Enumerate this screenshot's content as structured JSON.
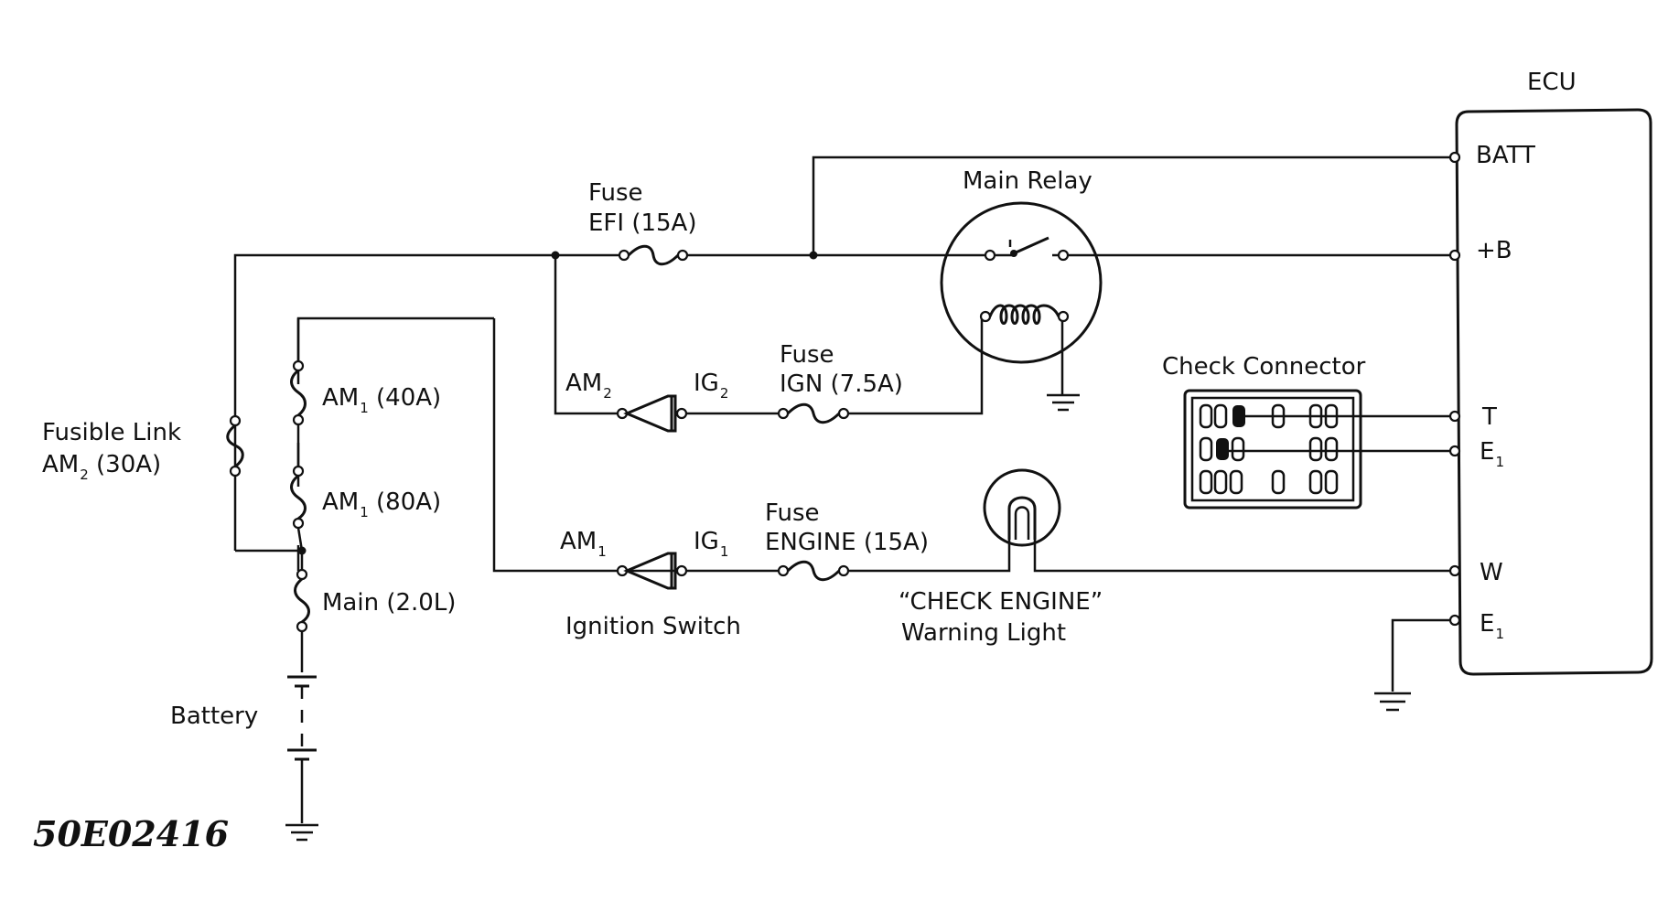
{
  "labels": {
    "ecu": "ECU",
    "batt": "BATT",
    "plus_b": "+B",
    "t": "T",
    "e1_upper": "E",
    "e1_upper_sub": "1",
    "w": "W",
    "e1_lower": "E",
    "e1_lower_sub": "1",
    "fuse_efi_line1": "Fuse",
    "fuse_efi_line2": "EFI (15A)",
    "main_relay": "Main Relay",
    "fuse_ign_line1": "Fuse",
    "fuse_ign_line2": "IGN (7.5A)",
    "am2_switch": "AM",
    "am2_switch_sub": "2",
    "ig2": "IG",
    "ig2_sub": "2",
    "check_connector": "Check Connector",
    "fusible_link_line1": "Fusible Link",
    "fusible_link_line2": "AM",
    "fusible_link_line2_sub": "2",
    "fusible_link_line2_rest": " (30A)",
    "am1_40_a": "AM",
    "am1_40_sub": "1",
    "am1_40_rest": " (40A)",
    "am1_80_a": "AM",
    "am1_80_sub": "1",
    "am1_80_rest": " (80A)",
    "main_fuse": "Main (2.0L)",
    "am1_switch": "AM",
    "am1_switch_sub": "1",
    "ig1": "IG",
    "ig1_sub": "1",
    "fuse_engine_line1": "Fuse",
    "fuse_engine_line2": "ENGINE (15A)",
    "ignition_switch": "Ignition Switch",
    "check_engine_line1": "“CHECK  ENGINE”",
    "check_engine_line2": "Warning Light",
    "battery": "Battery",
    "figure_code": "50E02416"
  }
}
